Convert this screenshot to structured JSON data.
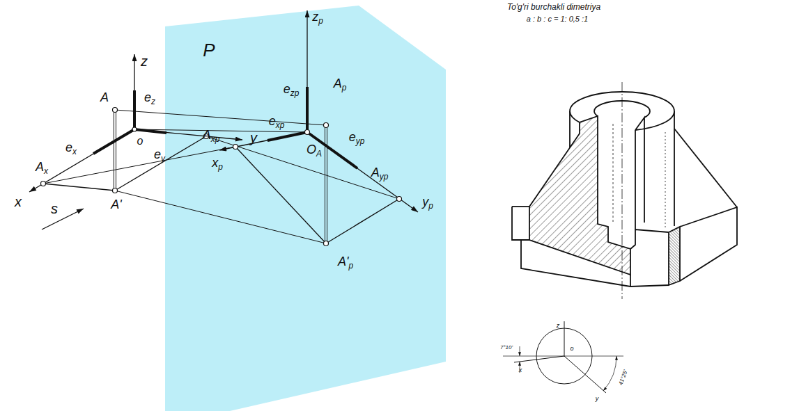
{
  "diagram": {
    "labels": [
      "To'g'ri burchakli dimetriya",
      "a : b : c = 1: 0,5 :1",
      "P",
      "zp",
      "ezp",
      "Ap",
      "exp",
      "eyp",
      "Axp",
      "OA",
      "xp",
      "Ayp",
      "yp",
      "A'p",
      "s",
      "z",
      "A",
      "ez",
      "ex",
      "o",
      "ey",
      "Ax",
      "x",
      "y",
      "A'",
      "z",
      "o",
      "x",
      "y",
      "7°10'",
      "41°25'"
    ]
  }
}
